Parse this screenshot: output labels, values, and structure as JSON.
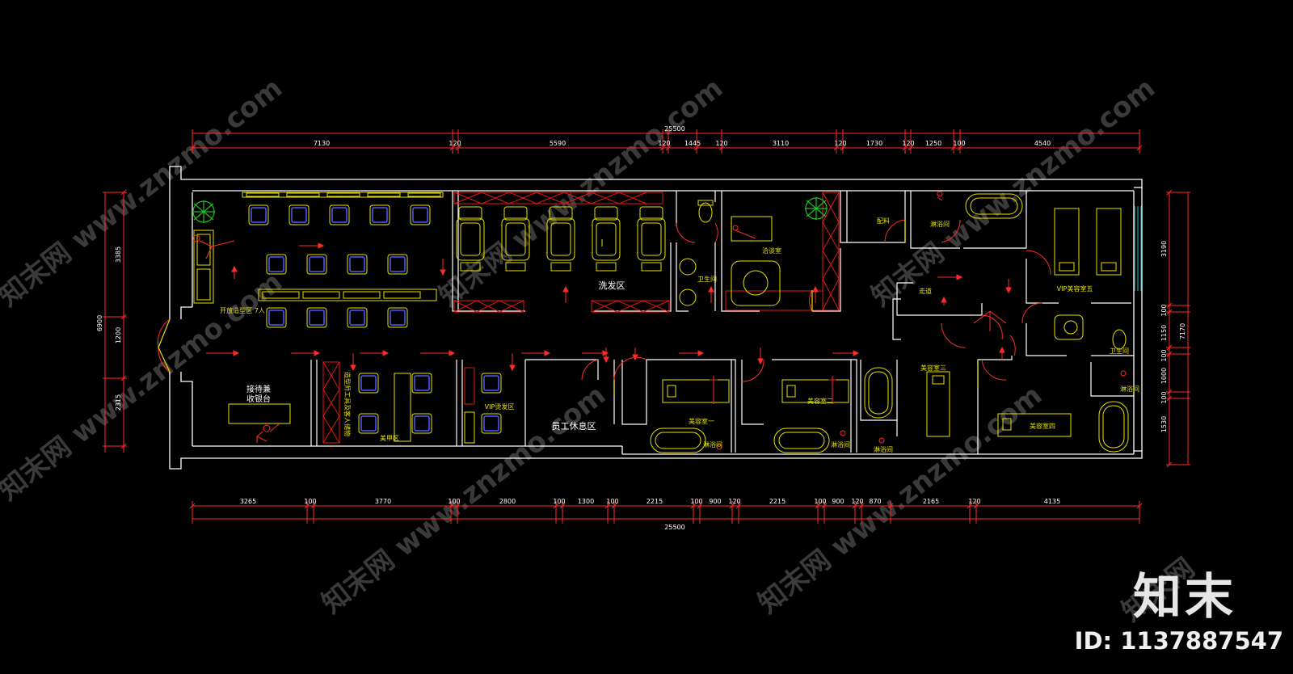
{
  "colors": {
    "wall": "#ffffff",
    "furniture": "#e8e200",
    "chair": "#4f5bff",
    "dimension": "#ff2a2a",
    "text": "#ffffff",
    "plant": "#22c022",
    "watermark": "#3a3a3a"
  },
  "dimensions": {
    "top_total": "25500",
    "top_segments": [
      "7130",
      "120",
      "5590",
      "120",
      "1445",
      "120",
      "3110",
      "120",
      "1730",
      "120",
      "1250",
      "100",
      "4540"
    ],
    "bottom_total": "25500",
    "bottom_segments": [
      "3265",
      "100",
      "3770",
      "100",
      "2800",
      "100",
      "1300",
      "100",
      "2215",
      "100",
      "900",
      "120",
      "2215",
      "100",
      "900",
      "120",
      "870",
      "2165",
      "120",
      "4135"
    ],
    "left_total": "6900",
    "left_segments": [
      "3385",
      "1200",
      "2315"
    ],
    "right_total": "7170",
    "right_segments": [
      "3190",
      "100",
      "1150",
      "100",
      "1000",
      "100",
      "1530"
    ]
  },
  "rooms": {
    "wait_area": "开放造型区 7人",
    "wash_area": "洗发区",
    "reception_1": "接待兼",
    "reception_2": "收银台",
    "cabinet": "造型师工具及客人储物",
    "nail_area": "美甲区",
    "vip_perm": "VIP烫发区",
    "staff_rest": "员工休息区",
    "toilet_1": "卫生间",
    "consult": "洽谈室",
    "dispense": "配料",
    "shower_1": "淋浴间",
    "vip_beauty": "VIP美容室五",
    "corridor": "走道",
    "beauty_1": "美容室一",
    "shower_2": "淋浴间",
    "beauty_2": "美容室二",
    "shower_3": "淋浴间",
    "shower_4": "淋浴间",
    "beauty_3": "美容室三",
    "beauty_4": "美容室四",
    "shower_5": "淋浴间",
    "toilet_2": "卫生间"
  },
  "brand": "知末",
  "image_id": "ID: 1137887547"
}
